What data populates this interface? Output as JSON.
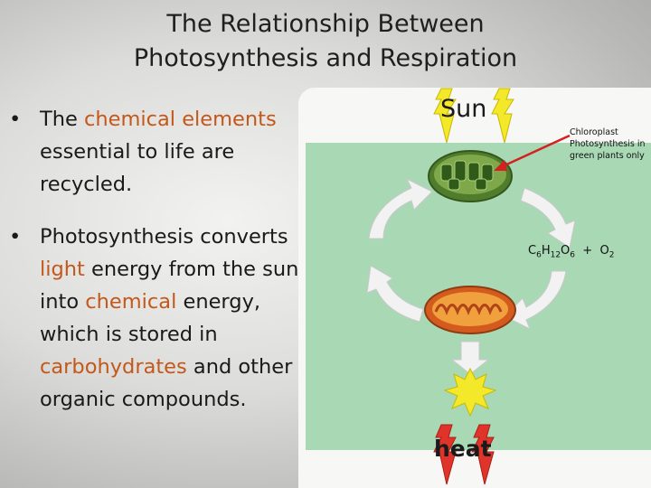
{
  "title": {
    "line1": "The Relationship Between",
    "line2": "Photosynthesis and Respiration"
  },
  "bullets": [
    {
      "marker": "•",
      "parts": [
        {
          "text": "The ",
          "highlight": false
        },
        {
          "text": "chemical elements",
          "highlight": true
        },
        {
          "text": " essential to life are recycled.",
          "highlight": false
        }
      ]
    },
    {
      "marker": "•",
      "parts": [
        {
          "text": "Photosynthesis converts ",
          "highlight": false
        },
        {
          "text": "light",
          "highlight": true
        },
        {
          "text": " energy from the sun into ",
          "highlight": false
        },
        {
          "text": "chemical",
          "highlight": true
        },
        {
          "text": " energy, which is stored in ",
          "highlight": false
        },
        {
          "text": "carbohydrates",
          "highlight": true
        },
        {
          "text": " and other organic compounds.",
          "highlight": false
        }
      ]
    }
  ],
  "diagram": {
    "sun_label": "Sun",
    "heat_label": "heat",
    "chloroplast_label": "Chloroplast",
    "photosynthesis_note_line1": "Photosynthesis in",
    "photosynthesis_note_line2": "green plants only",
    "formula": {
      "c": "C",
      "c_sub": "6",
      "h": "H",
      "h_sub": "12",
      "o": "O",
      "o_sub": "6",
      "plus": "+",
      "o2": "O",
      "o2_sub": "2"
    }
  },
  "colors": {
    "highlight": "#c4581b",
    "panel_green": "#a8d8b4",
    "arrow_fill": "#f2f2f2",
    "pointer_red": "#d42020",
    "sun_yellow": "#f4e82a",
    "heat_red": "#e0342a"
  }
}
